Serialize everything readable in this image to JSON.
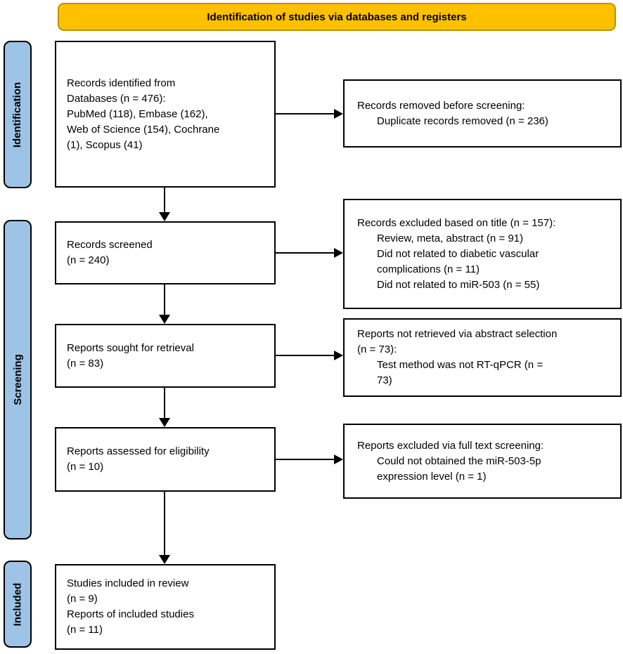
{
  "banner": {
    "label": "Identification of studies via databases and registers"
  },
  "stages": [
    {
      "label": "Identification"
    },
    {
      "label": "Screening"
    },
    {
      "label": "Included"
    }
  ],
  "main_boxes": [
    {
      "lines": [
        "Records identified from",
        "Databases (n = 476):",
        "PubMed (118), Embase (162),",
        "Web of Science (154), Cochrane",
        "(1), Scopus (41)"
      ]
    },
    {
      "lines": [
        "Records screened",
        "(n = 240)"
      ]
    },
    {
      "lines": [
        "Reports sought for retrieval",
        "(n = 83)"
      ]
    },
    {
      "lines": [
        "Reports assessed for eligibility",
        "(n = 10)"
      ]
    },
    {
      "lines": [
        "Studies included in review",
        "(n = 9)",
        "Reports of included studies",
        "(n = 11)"
      ]
    }
  ],
  "side_boxes": [
    {
      "lines": [
        "Records removed before screening:",
        "Duplicate records removed (n = 236)"
      ]
    },
    {
      "lines": [
        "Records excluded based on title (n = 157):",
        "Review, meta, abstract (n = 91)",
        "Did not related to diabetic vascular",
        "complications (n = 11)",
        "Did not related to miR-503 (n = 55)"
      ]
    },
    {
      "lines": [
        "Reports not retrieved via abstract selection",
        "(n = 73):",
        "Test method was not RT-qPCR (n =",
        "73)"
      ]
    },
    {
      "lines": [
        "Reports excluded via full text screening:",
        "Could not obtained the miR-503-5p",
        "expression level (n = 1)"
      ]
    }
  ],
  "colors": {
    "banner_fill": "#FFC000",
    "banner_border": "#BF9000",
    "stage_fill": "#9DC3E6",
    "box_border": "#000000"
  }
}
